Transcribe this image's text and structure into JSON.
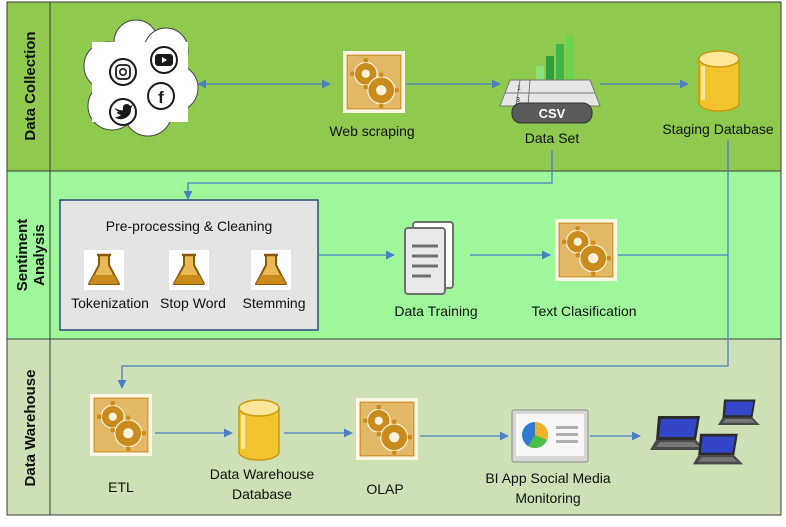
{
  "lanes": {
    "collection": {
      "label": "Data Collection",
      "color": "#8fc94e"
    },
    "sentiment": {
      "label_line1": "Sentiment",
      "label_line2": "Analysis",
      "color": "#9ef79a"
    },
    "warehouse": {
      "label": "Data Warehouse",
      "color": "#cde0b6"
    }
  },
  "nodes": {
    "social": {
      "icons": [
        "instagram-icon",
        "youtube-icon",
        "twitter-icon",
        "facebook-icon"
      ]
    },
    "web_scraping": {
      "label": "Web scraping"
    },
    "data_set": {
      "label": "Data Set",
      "badge": "CSV"
    },
    "staging": {
      "label": "Staging Database"
    },
    "preprocess": {
      "title": "Pre-processing & Cleaning",
      "steps": [
        "Tokenization",
        "Stop Word",
        "Stemming"
      ]
    },
    "data_training": {
      "label": "Data Training"
    },
    "text_classification": {
      "label": "Text Clasification"
    },
    "etl": {
      "label": "ETL"
    },
    "dw_db": {
      "label_line1": "Data Warehouse",
      "label_line2": "Database"
    },
    "olap": {
      "label": "OLAP"
    },
    "bi_app": {
      "label_line1": "BI App Social Media",
      "label_line2": "Monitoring"
    },
    "clients": {
      "icon": "laptop-icon"
    }
  },
  "colors": {
    "arrow": "#4a7fc4",
    "gear_tile": "#d8a94a",
    "gear": "#c98b1c",
    "db_fill": "#f4c430",
    "flask": "#c98b1c"
  }
}
